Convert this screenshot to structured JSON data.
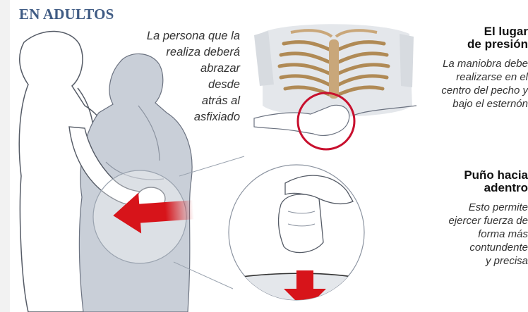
{
  "section_title": "EN ADULTOS",
  "intro_lines": [
    "La persona que la",
    "realiza deberá",
    "abrazar",
    "desde",
    "atrás al",
    "asfixiado"
  ],
  "lugar": {
    "title_lines": [
      "El lugar",
      "de presión"
    ],
    "body_lines": [
      "La maniobra debe",
      "realizarse en el",
      "centro del pecho y",
      "bajo el esternón"
    ]
  },
  "puno": {
    "title_lines": [
      "Puño hacia",
      "adentro"
    ],
    "body_lines": [
      "Esto permite",
      "ejercer fuerza de",
      "forma más",
      "contundente",
      "y precisa"
    ]
  },
  "colors": {
    "title_blue": "#3f5b84",
    "arrow_red": "#d7141a",
    "circle_red": "#c8102e",
    "figure_gray": "#c9cfd8"
  }
}
